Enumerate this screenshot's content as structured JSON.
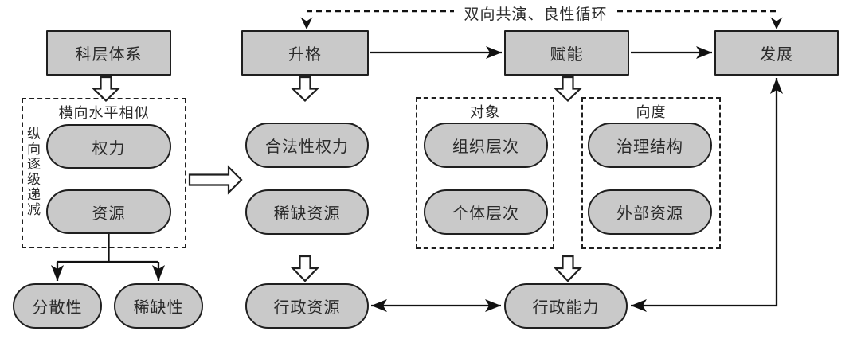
{
  "colors": {
    "node_fill": "#c9c9c9",
    "stroke": "#1f1f1f",
    "background": "#ffffff"
  },
  "top_flow": {
    "coevolution_label": "双向共演、良性循环",
    "bureaucratic_system": "科层体系",
    "upgrade": "升格",
    "empowerment": "赋能",
    "development": "发展"
  },
  "left_group": {
    "top_label": "横向水平相似",
    "side_label": "纵向逐级递减",
    "power": "权力",
    "resources": "资源"
  },
  "left_outcomes": {
    "dispersiveness": "分散性",
    "scarcity": "稀缺性"
  },
  "middle_column": {
    "legitimate_power": "合法性权力",
    "scarce_resources": "稀缺资源",
    "administrative_resources": "行政资源"
  },
  "object_group": {
    "label": "对象",
    "organizational_level": "组织层次",
    "individual_level": "个体层次"
  },
  "dimension_group": {
    "label": "向度",
    "governance_structure": "治理结构",
    "external_resources": "外部资源"
  },
  "bottom": {
    "administrative_capacity": "行政能力"
  }
}
